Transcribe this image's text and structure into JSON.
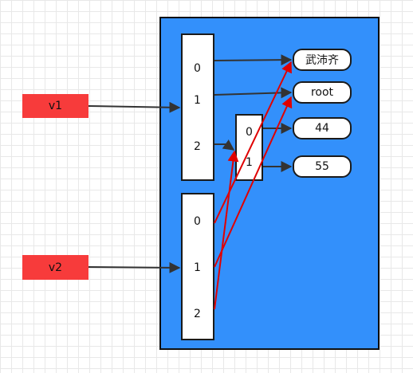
{
  "variables": {
    "v1": "v1",
    "v2": "v2"
  },
  "list_a_indices": [
    "0",
    "1",
    "2"
  ],
  "list_b_indices": [
    "0",
    "1",
    "2"
  ],
  "inner_list_indices": [
    "0",
    "1"
  ],
  "values": {
    "name": "武沛齐",
    "role": "root",
    "num1": "44",
    "num2": "55"
  },
  "colors": {
    "memory": "#3390fb",
    "variable": "#f73b3b",
    "black_arrow": "#333333",
    "red_arrow": "#e00000"
  }
}
